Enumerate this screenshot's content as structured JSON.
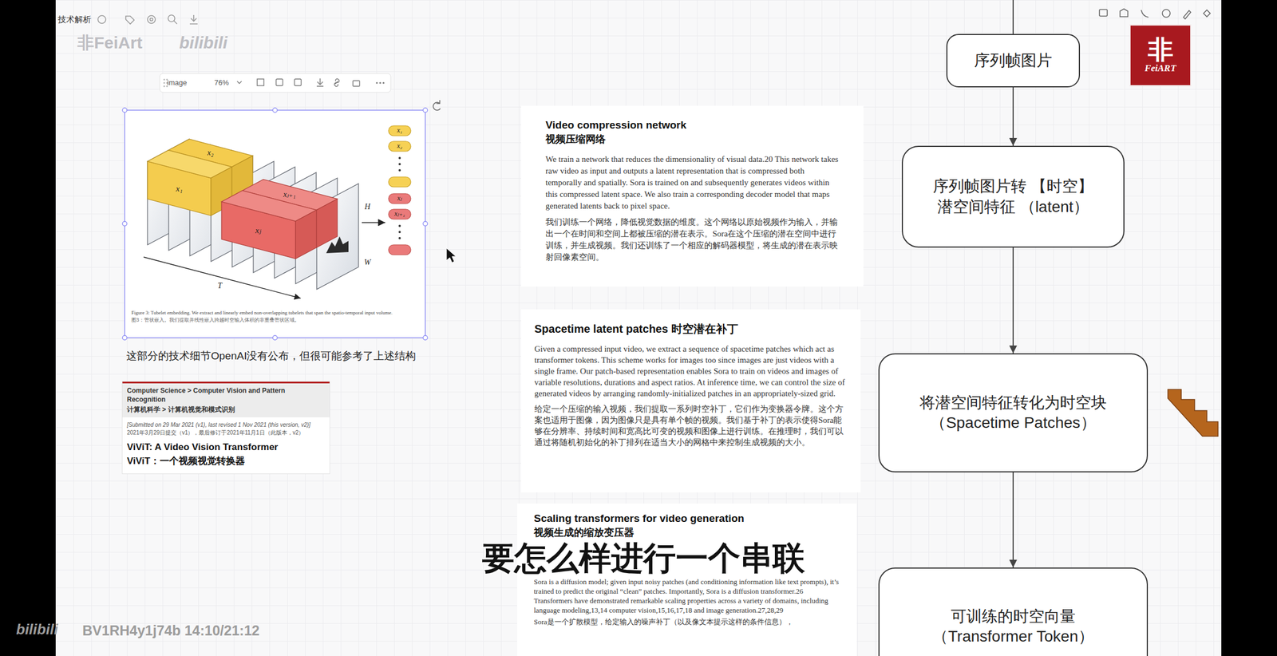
{
  "diagram": {
    "nodes": [
      {
        "text": [
          "Computer Science > Computer Vision and Pattern Recognition",
          "计算机科学 > 计算机视觉和模式识别",
          "[Submitted on 29 Mar 2021 (v1), last revised 1 Nov 2021 (this version, v2)]",
          "2021年3月29日提交（v1），最后修订于2021年11月1日（此版本，v2）",
          "ViViT: A Video Vision Transformer",
          "ViViT：一个视频视觉转换器"
        ]
      },
      {
        "text": [
          "Video compression network",
          "视频压缩网络",
          "We train a network that reduces the dimensionality of visual data.20 This network takes raw video as input and outputs a latent representation that is compressed both temporally and spatially. Sora is trained on and subsequently generates videos within this compressed latent space. We also train a corresponding decoder model that maps generated latents back to pixel space.",
          "我们训练一个网络，降低视觉数据的维度。这个网络以原始视频作为输入，并输出一个在时间和空间上都被压缩的潜在表示。Sora在这个压缩的潜在空间中进行训练，并生成视频。我们还训练了一个相应的解码器模型，将生成的潜在表示映射回像素空间。"
        ]
      },
      {
        "text": [
          "Spacetime latent patches 时空潜在补丁",
          "Given a compressed input video, we extract a sequence of spacetime patches which act as transformer tokens. This scheme works for images too since images are just videos with a single frame. Our patch-based representation enables Sora to train on videos and images of variable resolutions, durations and aspect ratios. At inference time, we can control the size of generated videos by arranging randomly-initialized patches in an appropriately-sized grid.",
          "给定一个压缩的输入视频，我们提取一系列时空补丁，它们作为变换器令牌。这个方案也适用于图像，因为图像只是具有单个帧的视频。我们基于补丁的表示使得Sora能够在分辨率、持续时间和宽高比可变的视频和图像上进行训练。在推理时，我们可以通过将随机初始化的补丁排列在适当大小的网格中来控制生成视频的大小。"
        ]
      },
      {
        "text": [
          "Scaling transformers for video generation",
          "视频生成的缩放变压器",
          "Sora is a diffusion model; given input noisy patches (and conditioning information like text prompts), it’s trained to predict the original “clean” patches. Importantly, Sora is a diffusion transformer.26 Transformers have demonstrated remarkable scaling properties across a variety of domains, including language modeling,13,14 computer vision,15,16,17,18 and image generation.27,28,29",
          "Sora是一个扩散模型，给定输入的噪声补丁（以及像文本提示这样的条件信息），"
        ]
      },
      {
        "text": [
          "序列帧图片"
        ]
      },
      {
        "text": [
          "序列帧图片转 【时空】潜空间特征 （latent）"
        ]
      },
      {
        "text": [
          "将潜空间特征转化为时空块 （Spacetime Patches）"
        ]
      },
      {
        "text": [
          "可训练的时空向量 （Transformer Token）"
        ]
      },
      {
        "text": [
          "非",
          "FeiART"
        ]
      }
    ],
    "edges": [
      {
        "from": 4,
        "to": 5,
        "arrow": "to"
      },
      {
        "from": 5,
        "to": 6,
        "arrow": "to"
      },
      {
        "from": 6,
        "to": 7,
        "arrow": "to"
      }
    ],
    "labels": [
      "技术解析",
      "非FeiArt",
      "bilibili",
      "image",
      "76%",
      "x₁",
      "x₂",
      "xⱼ",
      "xⱼ₊₁",
      "H",
      "W",
      "T",
      "x₁",
      "x₂",
      "xⱼ",
      "xⱼ₊₁",
      "Figure 3: Tubelet embedding. We extract and linearly embed non-overlapping tubelets that span the spatio-temporal input volume.",
      "图3：管状嵌入。我们提取并线性嵌入跨越时空输入体积的非重叠管状区域。",
      "这部分的技术细节OpenAI没有公布，但很可能参考了上述结构",
      "要怎么样进行一个串联",
      "bilibili",
      "BV1RH4y1j74b 14:10/21:12"
    ]
  }
}
